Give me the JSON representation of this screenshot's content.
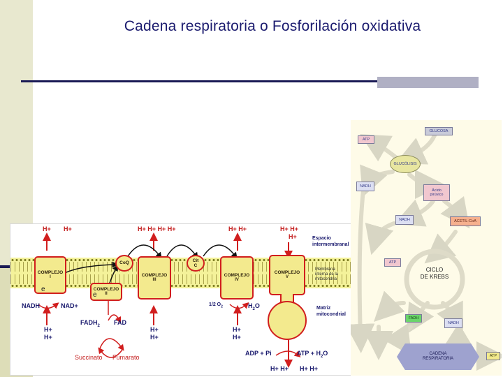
{
  "slide": {
    "title": "Cadena respiratoria o Fosforilación oxidativa"
  },
  "etc": {
    "top_protons": [
      "H+",
      "H+",
      "H+ H+ H+ H+",
      "H+ H+",
      "H+ H+",
      "H+"
    ],
    "complex1": {
      "line1": "COMPLEJO",
      "line2": "I"
    },
    "complex2": {
      "line1": "COMPLEJO",
      "line2": "II"
    },
    "complex3": {
      "line1": "COMPLEJO",
      "line2": "III"
    },
    "complex4": {
      "line1": "COMPLEJO",
      "line2": "IV"
    },
    "complex5": {
      "line1": "COMPLEJO",
      "line2": "V"
    },
    "coq": "CoQ",
    "cytc": {
      "line1": "Cit",
      "line2": "C"
    },
    "space_label": {
      "line1": "Espacio",
      "line2": "intermembranal"
    },
    "membrane_label": {
      "line1": "Membrana",
      "line2": "interna de la",
      "line3": "mitocondria"
    },
    "matrix_label": {
      "line1": "Matriz",
      "line2": "mitocondrial"
    },
    "nadh": "NADH",
    "nad": "NAD+",
    "fadh": "FADH",
    "fadh_sub": "2",
    "fad": "FAD",
    "oxygen": "1/2 O",
    "oxygen_sub": "2",
    "water": "H",
    "water_sub": "2",
    "water_o": "O",
    "succinate": "Succinato",
    "fumarate": "Fumarato",
    "adp": "ADP + Pi",
    "atp": "ATP",
    "water2": "+ H",
    "water2_sub": "2",
    "water2_o": "O",
    "bottom_protons": [
      "H+",
      "H+",
      "H+",
      "H+",
      "H+",
      "H+",
      "H+ H+",
      "H+ H+"
    ],
    "electron_symbol": "e"
  },
  "krebs": {
    "glucosa": "GLUCOSA",
    "atp_top": "ATP",
    "glucolisis": "GLUCÓLISIS",
    "nadh_1": "NADH",
    "acido": {
      "line1": "Ácido",
      "line2": "pirúvico"
    },
    "nadh_2": "NADH",
    "acetil": "ACETIL-CoA",
    "atp_mid": "ATP",
    "ciclo": {
      "line1": "CICLO",
      "line2": "DE KREBS"
    },
    "fadh": "FADH",
    "nadh_3": "NADH",
    "cadena": {
      "line1": "CADENA",
      "line2": "RESPIRATORIA"
    },
    "atp_bottom": "ATP"
  },
  "colors": {
    "title": "#1a1a6e",
    "membrane": "#f4f29a",
    "complex_border": "#d11e1e",
    "arrow_red": "#d11e1e",
    "label_blue": "#1a1a6e"
  }
}
